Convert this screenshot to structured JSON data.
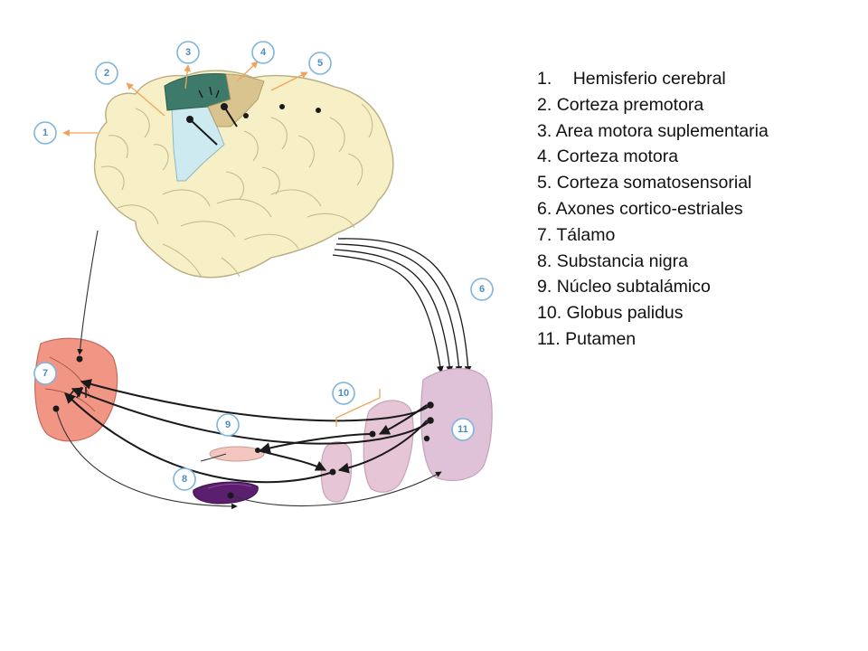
{
  "legend": [
    {
      "num": "1.",
      "label": "Hemisferio cerebral"
    },
    {
      "num": "2.",
      "label": "Corteza premotora"
    },
    {
      "num": "3.",
      "label": "Area motora suplementaria"
    },
    {
      "num": "4.",
      "label": "Corteza motora"
    },
    {
      "num": "5.",
      "label": "Corteza somatosensorial"
    },
    {
      "num": "6.",
      "label": "Axones cortico-estriales"
    },
    {
      "num": "7.",
      "label": "Tálamo"
    },
    {
      "num": "8.",
      "label": "Substancia nigra"
    },
    {
      "num": "9.",
      "label": "Núcleo subtalámico"
    },
    {
      "num": "10.",
      "label": "Globus palidus"
    },
    {
      "num": "11.",
      "label": "Putamen"
    }
  ],
  "callouts": [
    "1",
    "2",
    "3",
    "4",
    "5",
    "6",
    "7",
    "8",
    "9",
    "10",
    "11"
  ],
  "colors": {
    "brain": "#f7f0c6",
    "brain_outline": "#b8ad80",
    "supplementary_motor": "#3d7a6a",
    "premotor": "#cdeaf0",
    "motor": "#d9c48f",
    "thalamus": "#f19585",
    "substantia_nigra": "#5a1f6e",
    "subthalamic": "#f3c7bf",
    "globus_pallidus": "#e6c6d6",
    "putamen": "#dfc2d8",
    "callout": "#4d8cc3",
    "leader": "#f0a35c"
  }
}
